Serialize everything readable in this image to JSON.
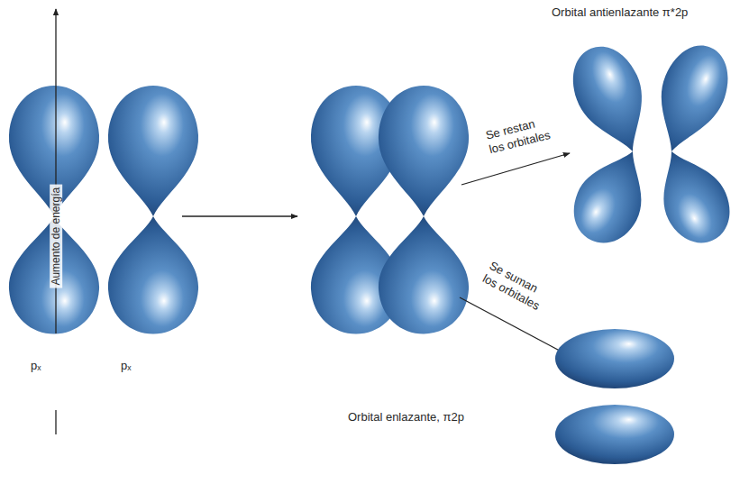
{
  "diagram": {
    "labels": [
      "Aumento de energía",
      "pₓ",
      "pₓ",
      "Orbital antienlazante π*2p",
      "Se restan los orbitales",
      "Se suman los orbitales",
      "Orbital enlazante, π2p"
    ]
  }
}
